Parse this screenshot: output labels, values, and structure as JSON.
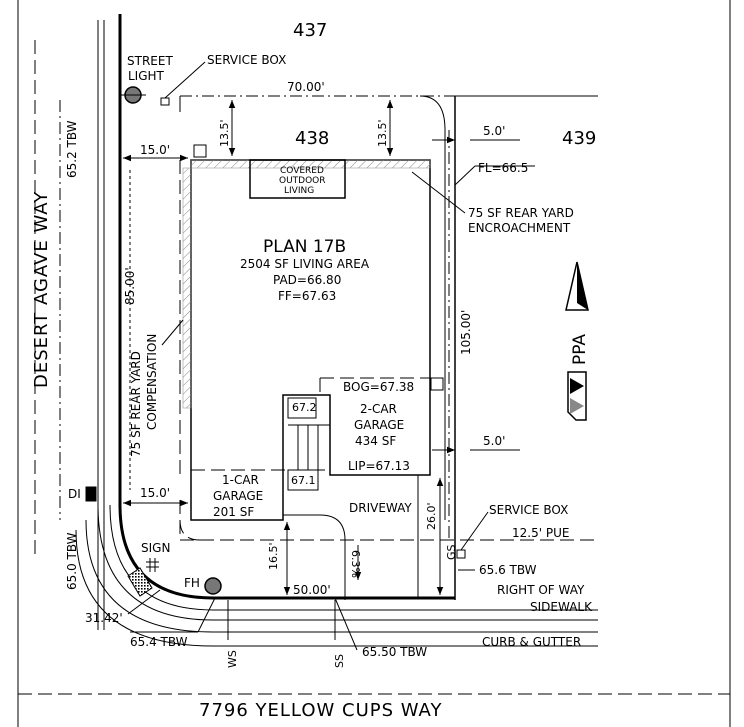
{
  "lots": {
    "north": "437",
    "subject": "438",
    "east": "439"
  },
  "plan": {
    "title": "PLAN 17B",
    "living_area": "2504 SF LIVING AREA",
    "pad": "PAD=66.80",
    "ff": "FF=67.63"
  },
  "streets": {
    "west": "DESERT AGAVE WAY",
    "south": "7796 YELLOW CUPS WAY"
  },
  "dimensions": {
    "rear_width": "70.00'",
    "rear_setback_left": "13.5'",
    "rear_setback_right": "13.5'",
    "side_setback_top": "15.0'",
    "side_setback_bottom": "15.0'",
    "east_setback_top": "5.0'",
    "east_setback_bottom": "5.0'",
    "west_depth": "85.00'",
    "east_depth": "105.00'",
    "front_setback_garage": "16.5'",
    "front_setback_right": "26.0'",
    "front_width": "50.00'",
    "curve": "31.42'",
    "driveway_slope": "6.3%"
  },
  "labels": {
    "street_light": [
      "STREET",
      "LIGHT"
    ],
    "service_box_top": "SERVICE BOX",
    "service_box_bottom": "SERVICE BOX",
    "covered_outdoor": [
      "COVERED",
      "OUTDOOR",
      "LIVING"
    ],
    "fl": "FL=66.5",
    "rear_encroachment": [
      "75 SF REAR YARD",
      "ENCROACHMENT"
    ],
    "rear_compensation": [
      "75 SF REAR YARD",
      "COMPENSATION"
    ],
    "bog": "BOG=67.38",
    "garage2": [
      "2-CAR",
      "GARAGE",
      "434 SF"
    ],
    "lip": "LIP=67.13",
    "step_elev_top": "67.2",
    "step_elev_bottom": "67.1",
    "garage1": [
      "1-CAR",
      "GARAGE",
      "201 SF"
    ],
    "driveway": "DRIVEWAY",
    "pue": "12.5' PUE",
    "tbw_west_top": "65.2 TBW",
    "tbw_west_bottom": "65.0 TBW",
    "tbw_east": "65.6 TBW",
    "tbw_corner": "65.4 TBW",
    "tbw_front": "65.50 TBW",
    "right_of_way": "RIGHT OF WAY",
    "sidewalk": "SIDEWALK",
    "curb_gutter": "CURB & GUTTER",
    "di": "DI",
    "sign": "SIGN",
    "fh": "FH",
    "ws": "WS",
    "ss": "SS",
    "gs": "GS"
  },
  "north_arrow": {
    "logo_text": "PPA"
  }
}
